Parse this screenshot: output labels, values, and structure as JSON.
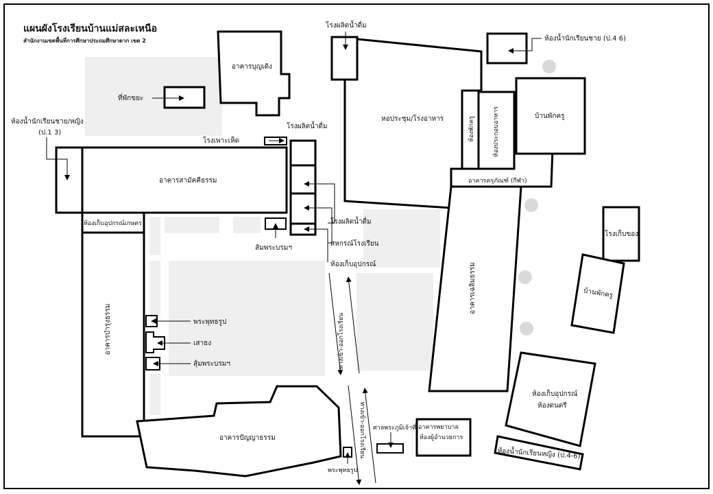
{
  "title": "แผนผังโรงเรียนบ้านแม่สละเหนือ",
  "subtitle": "สำนักงานเขตพื้นที่การศึกษาประถมศึกษาตาก เขต 2",
  "labels": {
    "garbage_area": "ที่พักขยะ",
    "boon_bldg": "อาคารบุญเดิง",
    "toilet_primary": "ห้องน้ำนักเรียนชาย/หญิง",
    "toilet_primary_grades": "(ป.1 3)",
    "mushroom": "โรงเพาะเห็ด",
    "water_plant_top": "โรงผลิตน้ำดื่ม",
    "water_plant_left": "โรงผลิตน้ำดื่ม",
    "water_plant_right": "โรงผลิตน้ำดื่ม",
    "samakkee_bldg": "อาคารสามัคคีธรรม",
    "agri_storage": "ห้องเก็บอุปกรณ์เกษตร",
    "spirit_house_1": "ส้มพระบรมฯ",
    "coop": "สหกรณ์โรงเรียน",
    "equipment_room": "ห้องเก็บอุปกรณ์",
    "bamrung_bldg": "อาคารบำรุงธรรม",
    "buddha_statue_1": "พระพุทธรูป",
    "flagpole": "เสาธง",
    "spirit_house_2": "สุ้มพระบรมฯ",
    "panya_bldg": "อาคารปัญญาธรรม",
    "buddha_statue_2": "พระพุทธรูป",
    "road_in_out_1": "ทางเข้า-ออกโรงเรียน",
    "road_in_out_2": "ทางเข้า-ออกโรงเรียน",
    "guardian_shrine": "ศาลพระภูมิเจ้าที่",
    "nurse_bldg": "อาคารพยาบาล",
    "director_room": "ห้องผู้อำนวยการ",
    "hall_canteen": "หอประชุม/โรงอาหาร",
    "teacher_room": "ห้องพักครู",
    "cooking_room": "ห้องประกอบอาหาร",
    "sports_bldg": "อาคารครุภัณฑ์ (กีฬา)",
    "teacher_house_1": "บ้านพักครู",
    "toilet_boys": "ห้องน้ำนักเรียนชาย (ป.4 6)",
    "storage_shed": "โรงเก็บของ",
    "teacher_house_2": "บ้านพักครู",
    "chaloem_bldg": "อาคารเฉลิมธรรม",
    "equipment_music_1": "ห้องเก็บอุปกรณ์",
    "equipment_music_2": "ห้องดนตรี",
    "toilet_girls": "ห้องน้ำนักเรียนหญิง (ป.4-6)"
  }
}
